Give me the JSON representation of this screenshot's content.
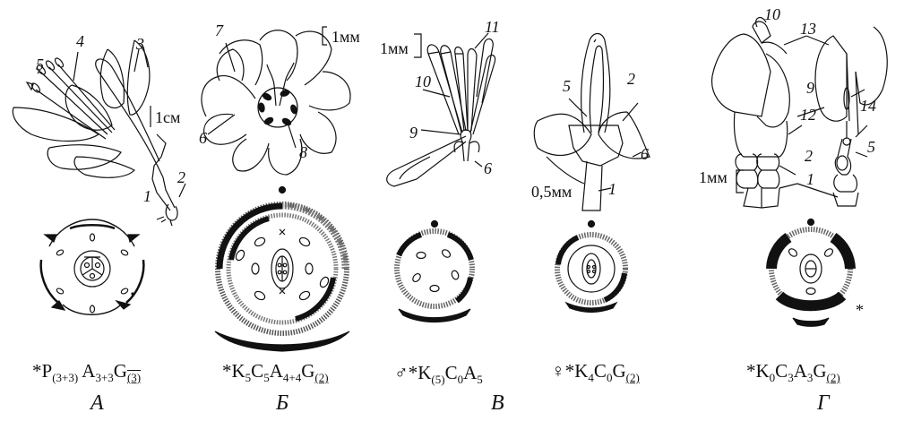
{
  "scales": {
    "a": "1см",
    "b": "1мм",
    "v1": "1мм",
    "v2": "0,5мм",
    "g": "1мм"
  },
  "callouts": {
    "a": [
      "1",
      "2",
      "3",
      "4",
      "5"
    ],
    "b": [
      "6",
      "7",
      "8"
    ],
    "v1": [
      "6",
      "9",
      "10",
      "11"
    ],
    "v2": [
      "1",
      "2",
      "5",
      "6"
    ],
    "g": [
      "1",
      "2",
      "5",
      "9",
      "10",
      "12",
      "13",
      "14"
    ]
  },
  "formulas": {
    "a": {
      "prefix": "*",
      "p": "P",
      "p_sub": "(3+3)",
      "a": "A",
      "a_sub": "3+3",
      "g": "G",
      "g_sub": "(3)"
    },
    "b": {
      "prefix": "*",
      "k": "K",
      "k_sub": "5",
      "c": "C",
      "c_sub": "5",
      "a": "A",
      "a_sub": "4+4",
      "g": "G",
      "g_sub": "(2)"
    },
    "v_male": {
      "symbol": "♂",
      "prefix": "*",
      "k": "K",
      "k_sub": "(5)",
      "c": "C",
      "c_sub": "0",
      "a": "A",
      "a_sub": "5"
    },
    "v_female": {
      "symbol": "♀",
      "prefix": "*",
      "k": "K",
      "k_sub": "4",
      "c": "C",
      "c_sub": "0",
      "g": "G",
      "g_sub": "(2)"
    },
    "g": {
      "prefix": "*",
      "k": "K",
      "k_sub": "0",
      "c": "C",
      "c_sub": "3",
      "a": "A",
      "a_sub": "3",
      "g": "G",
      "g_sub": "(2)"
    }
  },
  "labels": {
    "a": "А",
    "b": "Б",
    "v": "В",
    "g": "Г"
  },
  "asterisk_note": "*"
}
